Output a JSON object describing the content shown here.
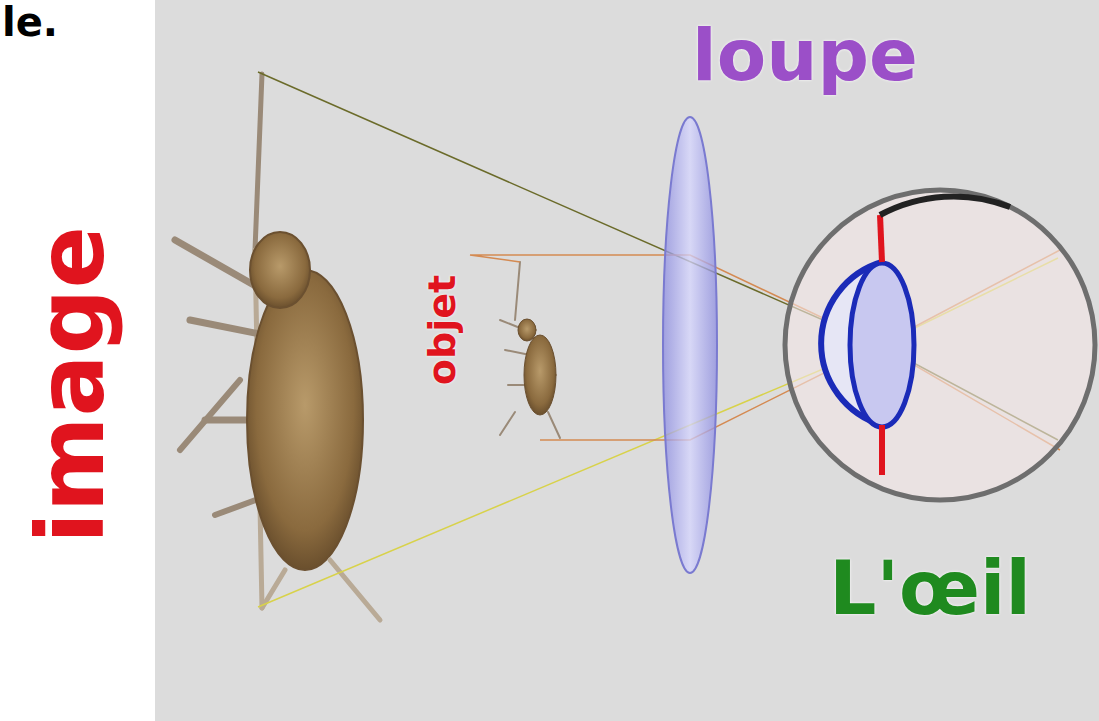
{
  "diagram": {
    "labels": [
      "le.",
      "image",
      "objet",
      "loupe",
      "L'œil"
    ]
  }
}
